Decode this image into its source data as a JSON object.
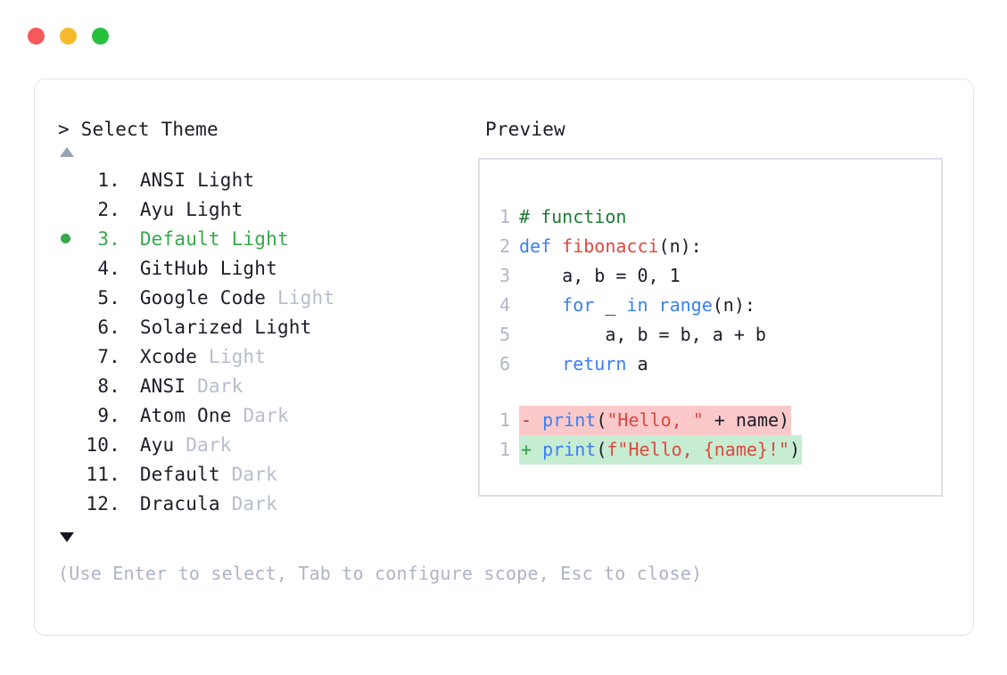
{
  "window": {
    "dots": [
      {
        "name": "close",
        "color": "#f5595b"
      },
      {
        "name": "minimize",
        "color": "#f7b92c"
      },
      {
        "name": "zoom",
        "color": "#27c03e"
      }
    ]
  },
  "picker": {
    "prompt": "> Select Theme",
    "scroll_up_icon": "triangle-up-icon",
    "scroll_down_icon": "triangle-down-icon",
    "selected_index": 3,
    "items": [
      {
        "index": "1.",
        "name": "ANSI",
        "variant": "Light",
        "variant_dim": false,
        "selected": false
      },
      {
        "index": "2.",
        "name": "Ayu",
        "variant": "Light",
        "variant_dim": false,
        "selected": false
      },
      {
        "index": "3.",
        "name": "Default",
        "variant": "Light",
        "variant_dim": false,
        "selected": true
      },
      {
        "index": "4.",
        "name": "GitHub",
        "variant": "Light",
        "variant_dim": false,
        "selected": false
      },
      {
        "index": "5.",
        "name": "Google Code",
        "variant": "Light",
        "variant_dim": true,
        "selected": false
      },
      {
        "index": "6.",
        "name": "Solarized",
        "variant": "Light",
        "variant_dim": false,
        "selected": false
      },
      {
        "index": "7.",
        "name": "Xcode",
        "variant": "Light",
        "variant_dim": true,
        "selected": false
      },
      {
        "index": "8.",
        "name": "ANSI",
        "variant": "Dark",
        "variant_dim": true,
        "selected": false
      },
      {
        "index": "9.",
        "name": "Atom One",
        "variant": "Dark",
        "variant_dim": true,
        "selected": false
      },
      {
        "index": "10.",
        "name": "Ayu",
        "variant": "Dark",
        "variant_dim": true,
        "selected": false
      },
      {
        "index": "11.",
        "name": "Default",
        "variant": "Dark",
        "variant_dim": true,
        "selected": false
      },
      {
        "index": "12.",
        "name": "Dracula",
        "variant": "Dark",
        "variant_dim": true,
        "selected": false
      }
    ]
  },
  "hint": "(Use Enter to select, Tab to configure scope, Esc to close)",
  "preview": {
    "title": "Preview",
    "code_lines": [
      {
        "ln": "1",
        "tokens": [
          {
            "t": "# function",
            "c": "comment"
          }
        ]
      },
      {
        "ln": "2",
        "tokens": [
          {
            "t": "def ",
            "c": "keyword"
          },
          {
            "t": "fibonacci",
            "c": "func"
          },
          {
            "t": "(n):",
            "c": "plain"
          }
        ]
      },
      {
        "ln": "3",
        "tokens": [
          {
            "t": "    a, b = 0, 1",
            "c": "plain"
          }
        ]
      },
      {
        "ln": "4",
        "tokens": [
          {
            "t": "    ",
            "c": "plain"
          },
          {
            "t": "for",
            "c": "keyword"
          },
          {
            "t": " _ ",
            "c": "plain"
          },
          {
            "t": "in range",
            "c": "keyword"
          },
          {
            "t": "(n):",
            "c": "plain"
          }
        ]
      },
      {
        "ln": "5",
        "tokens": [
          {
            "t": "        a, b = b, a + b",
            "c": "plain"
          }
        ]
      },
      {
        "ln": "6",
        "tokens": [
          {
            "t": "    ",
            "c": "plain"
          },
          {
            "t": "return",
            "c": "keyword"
          },
          {
            "t": " a",
            "c": "plain"
          }
        ]
      }
    ],
    "diff_lines": [
      {
        "ln": "1",
        "kind": "del",
        "marker": "-",
        "tokens": [
          {
            "t": "print",
            "c": "keyword"
          },
          {
            "t": "(",
            "c": "plain"
          },
          {
            "t": "\"Hello, \"",
            "c": "string"
          },
          {
            "t": " + name)",
            "c": "plain"
          }
        ]
      },
      {
        "ln": "1",
        "kind": "add",
        "marker": "+",
        "tokens": [
          {
            "t": "print",
            "c": "keyword"
          },
          {
            "t": "(",
            "c": "plain"
          },
          {
            "t": "f\"Hello, {name}!\"",
            "c": "string"
          },
          {
            "t": ")",
            "c": "plain"
          }
        ]
      }
    ]
  },
  "colors": {
    "selected_green": "#37a84a",
    "dim_gray": "#b6bdcc",
    "diff_del_bg": "#fbc9c9",
    "diff_add_bg": "#c6edd2",
    "keyword_blue": "#3a7ff5",
    "string_red": "#e0473f",
    "comment_green": "#1d7a33"
  }
}
